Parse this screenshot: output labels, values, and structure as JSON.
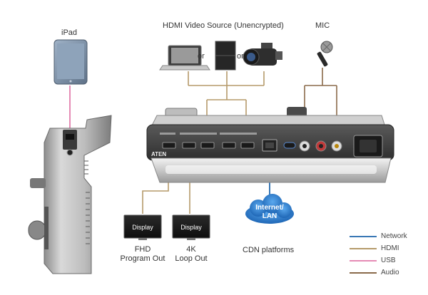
{
  "labels": {
    "ipad": "iPad",
    "hdmi_source": "HDMI Video Source (Unencrypted)",
    "mic": "MIC",
    "or1": "or",
    "or2": "or",
    "display1": "Display",
    "display2": "Display",
    "out1_line1": "FHD",
    "out1_line2": "Program Out",
    "out2_line1": "4K",
    "out2_line2": "Loop Out",
    "cdn": "CDN platforms",
    "cloud_line1": "Internet/",
    "cloud_line2": "LAN",
    "brand": "ATEN"
  },
  "legend": [
    {
      "name": "Network",
      "color": "#3a78b5"
    },
    {
      "name": "HDMI",
      "color": "#b59a6a"
    },
    {
      "name": "USB",
      "color": "#e58bb5"
    },
    {
      "name": "Audio",
      "color": "#8a6a4a"
    }
  ],
  "colors": {
    "network": "#3a78b5",
    "hdmi": "#b59a6a",
    "usb": "#e58bb5",
    "audio": "#8a6a4a",
    "cloud": "#2f7fd0"
  }
}
